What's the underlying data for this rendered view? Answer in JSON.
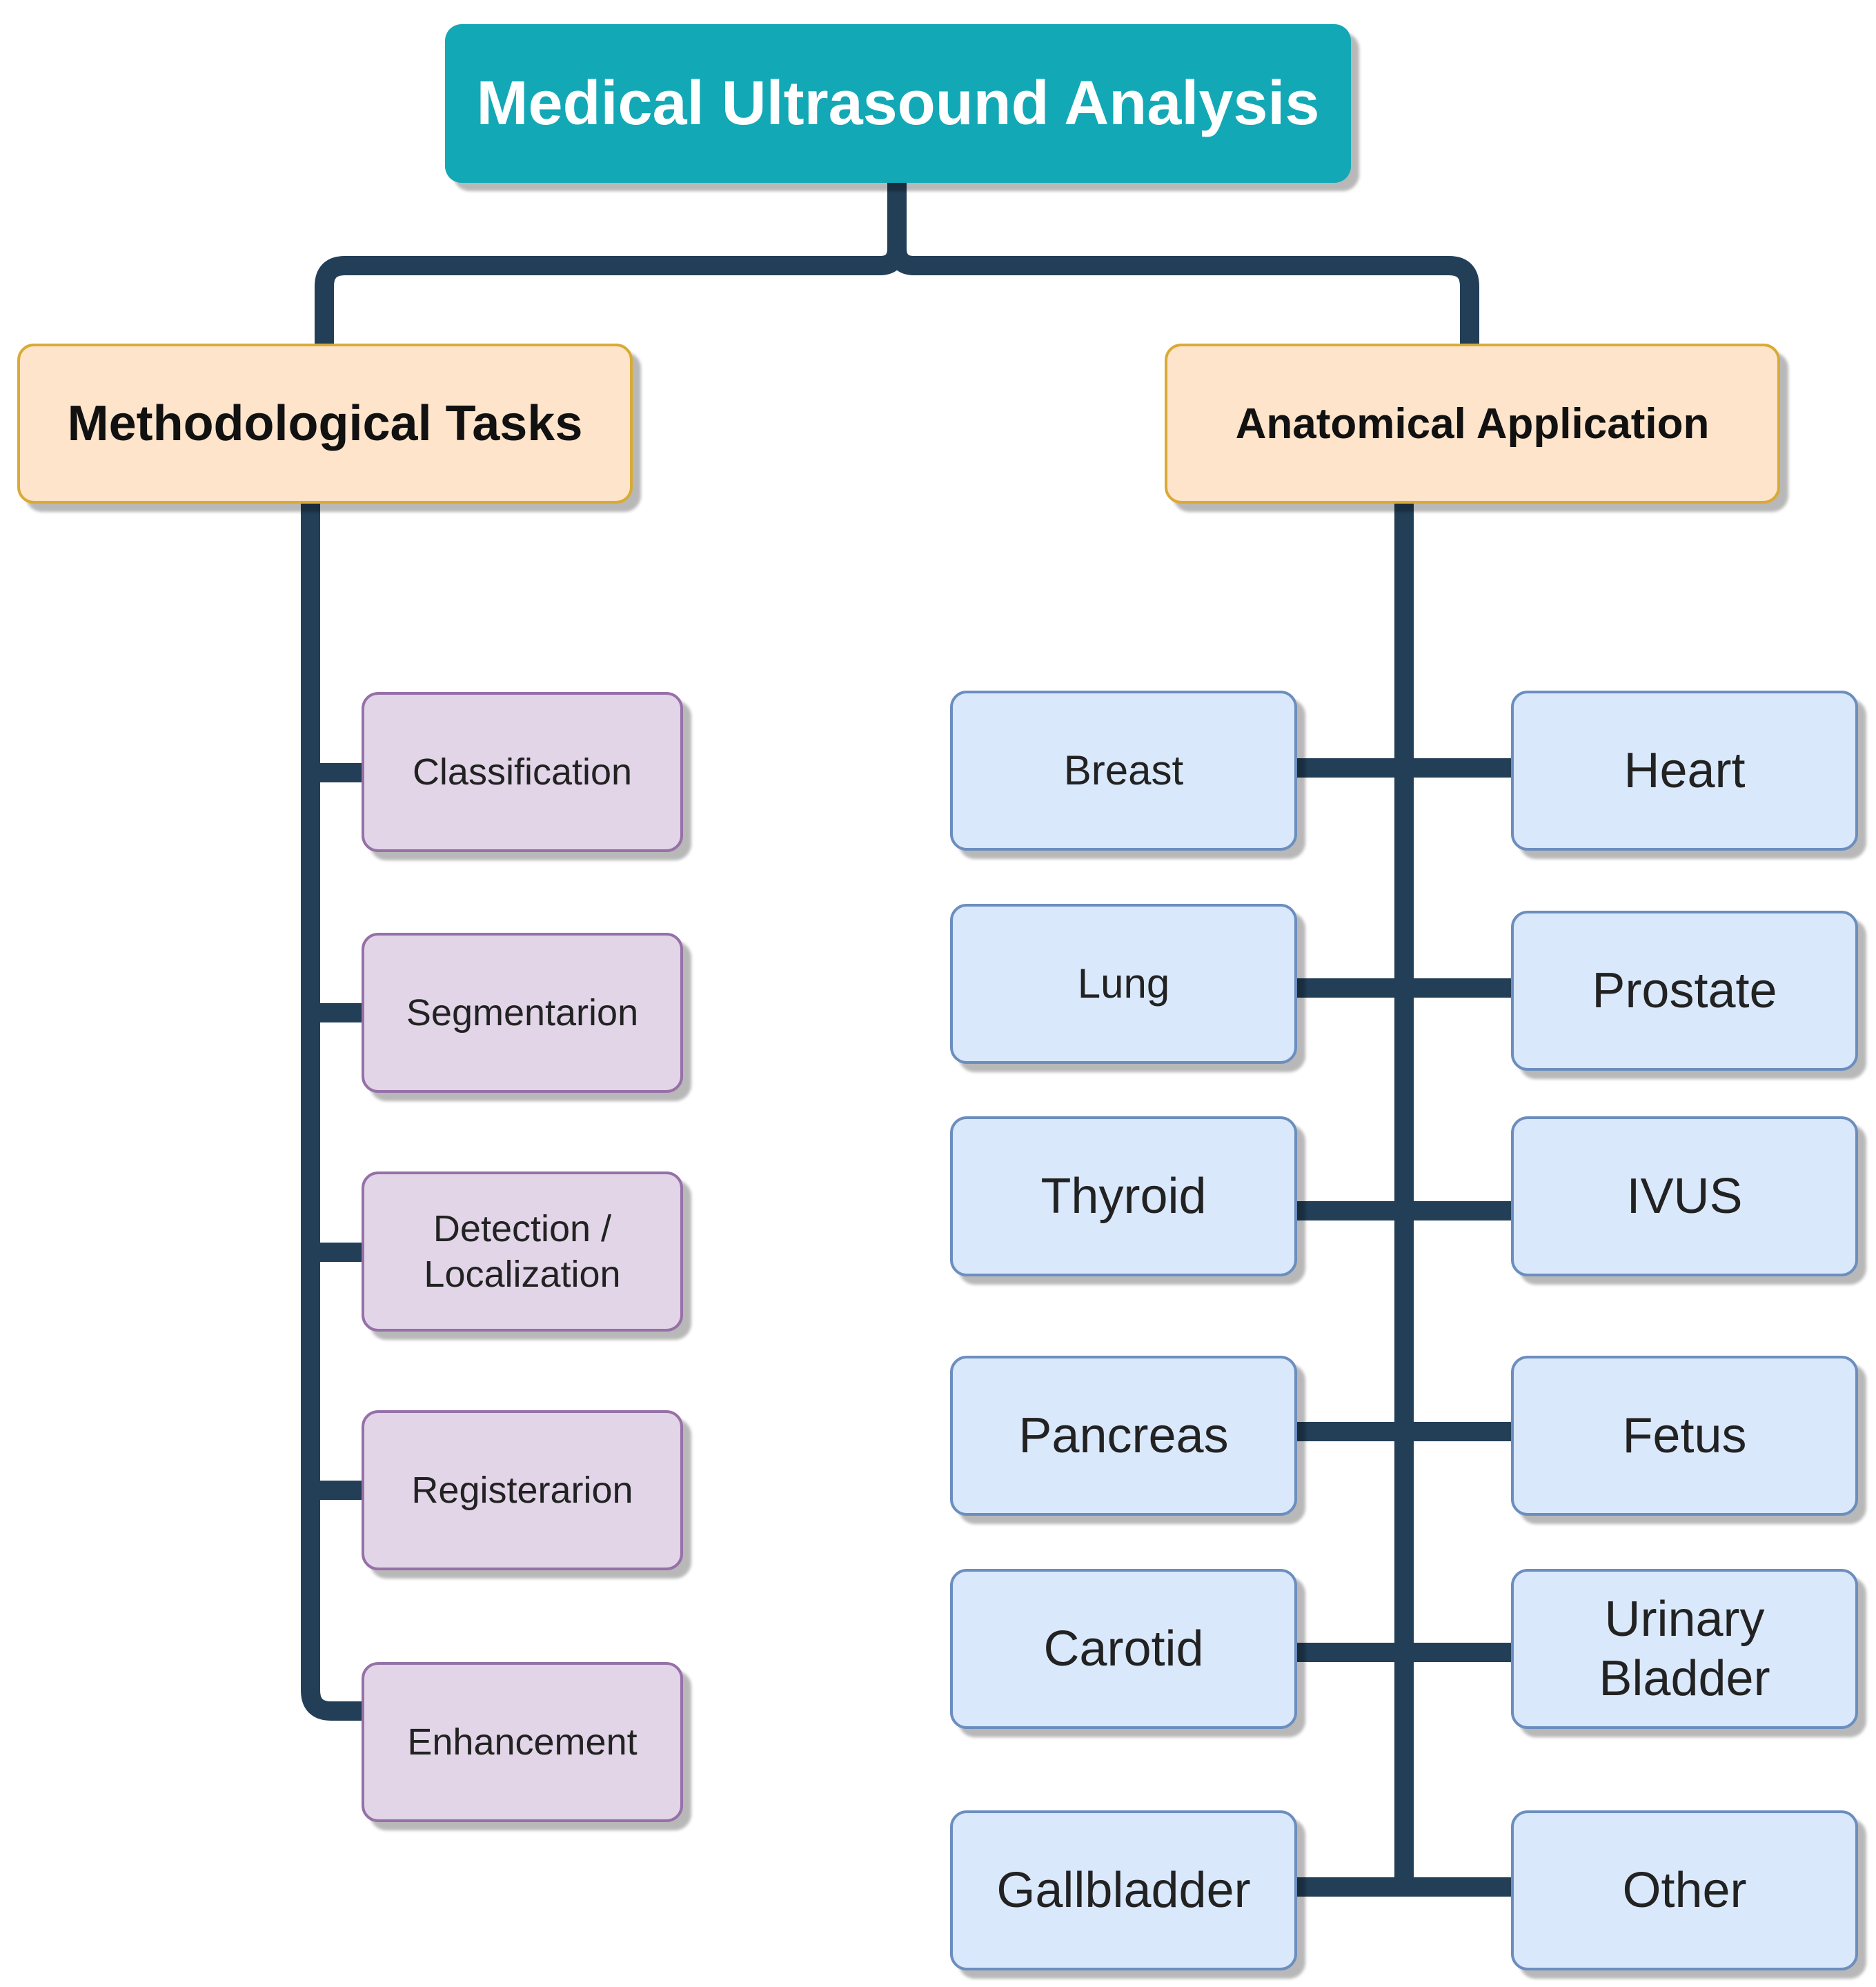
{
  "root": {
    "label": "Medical Ultrasound Analysis"
  },
  "categories": {
    "methodological": "Methodological Tasks",
    "anatomical": "Anatomical Application"
  },
  "methodological_tasks": [
    "Classification",
    "Segmentarion",
    "Detection /\nLocalization",
    "Registerarion",
    "Enhancement"
  ],
  "anatomical_left": [
    "Breast",
    "Lung",
    "Thyroid",
    "Pancreas",
    "Carotid",
    "Gallbladder"
  ],
  "anatomical_right": [
    "Heart",
    "Prostate",
    "IVUS",
    "Fetus",
    "Urinary\nBladder",
    "Other"
  ],
  "colors": {
    "connector": "#233f58",
    "root_fill": "#13a8b5",
    "category_fill": "#fde4ca",
    "category_border": "#d9aa35",
    "method_fill": "#e1d5e7",
    "method_border": "#9670a7",
    "organ_fill": "#dae8fc",
    "organ_border": "#6c8ebf"
  }
}
